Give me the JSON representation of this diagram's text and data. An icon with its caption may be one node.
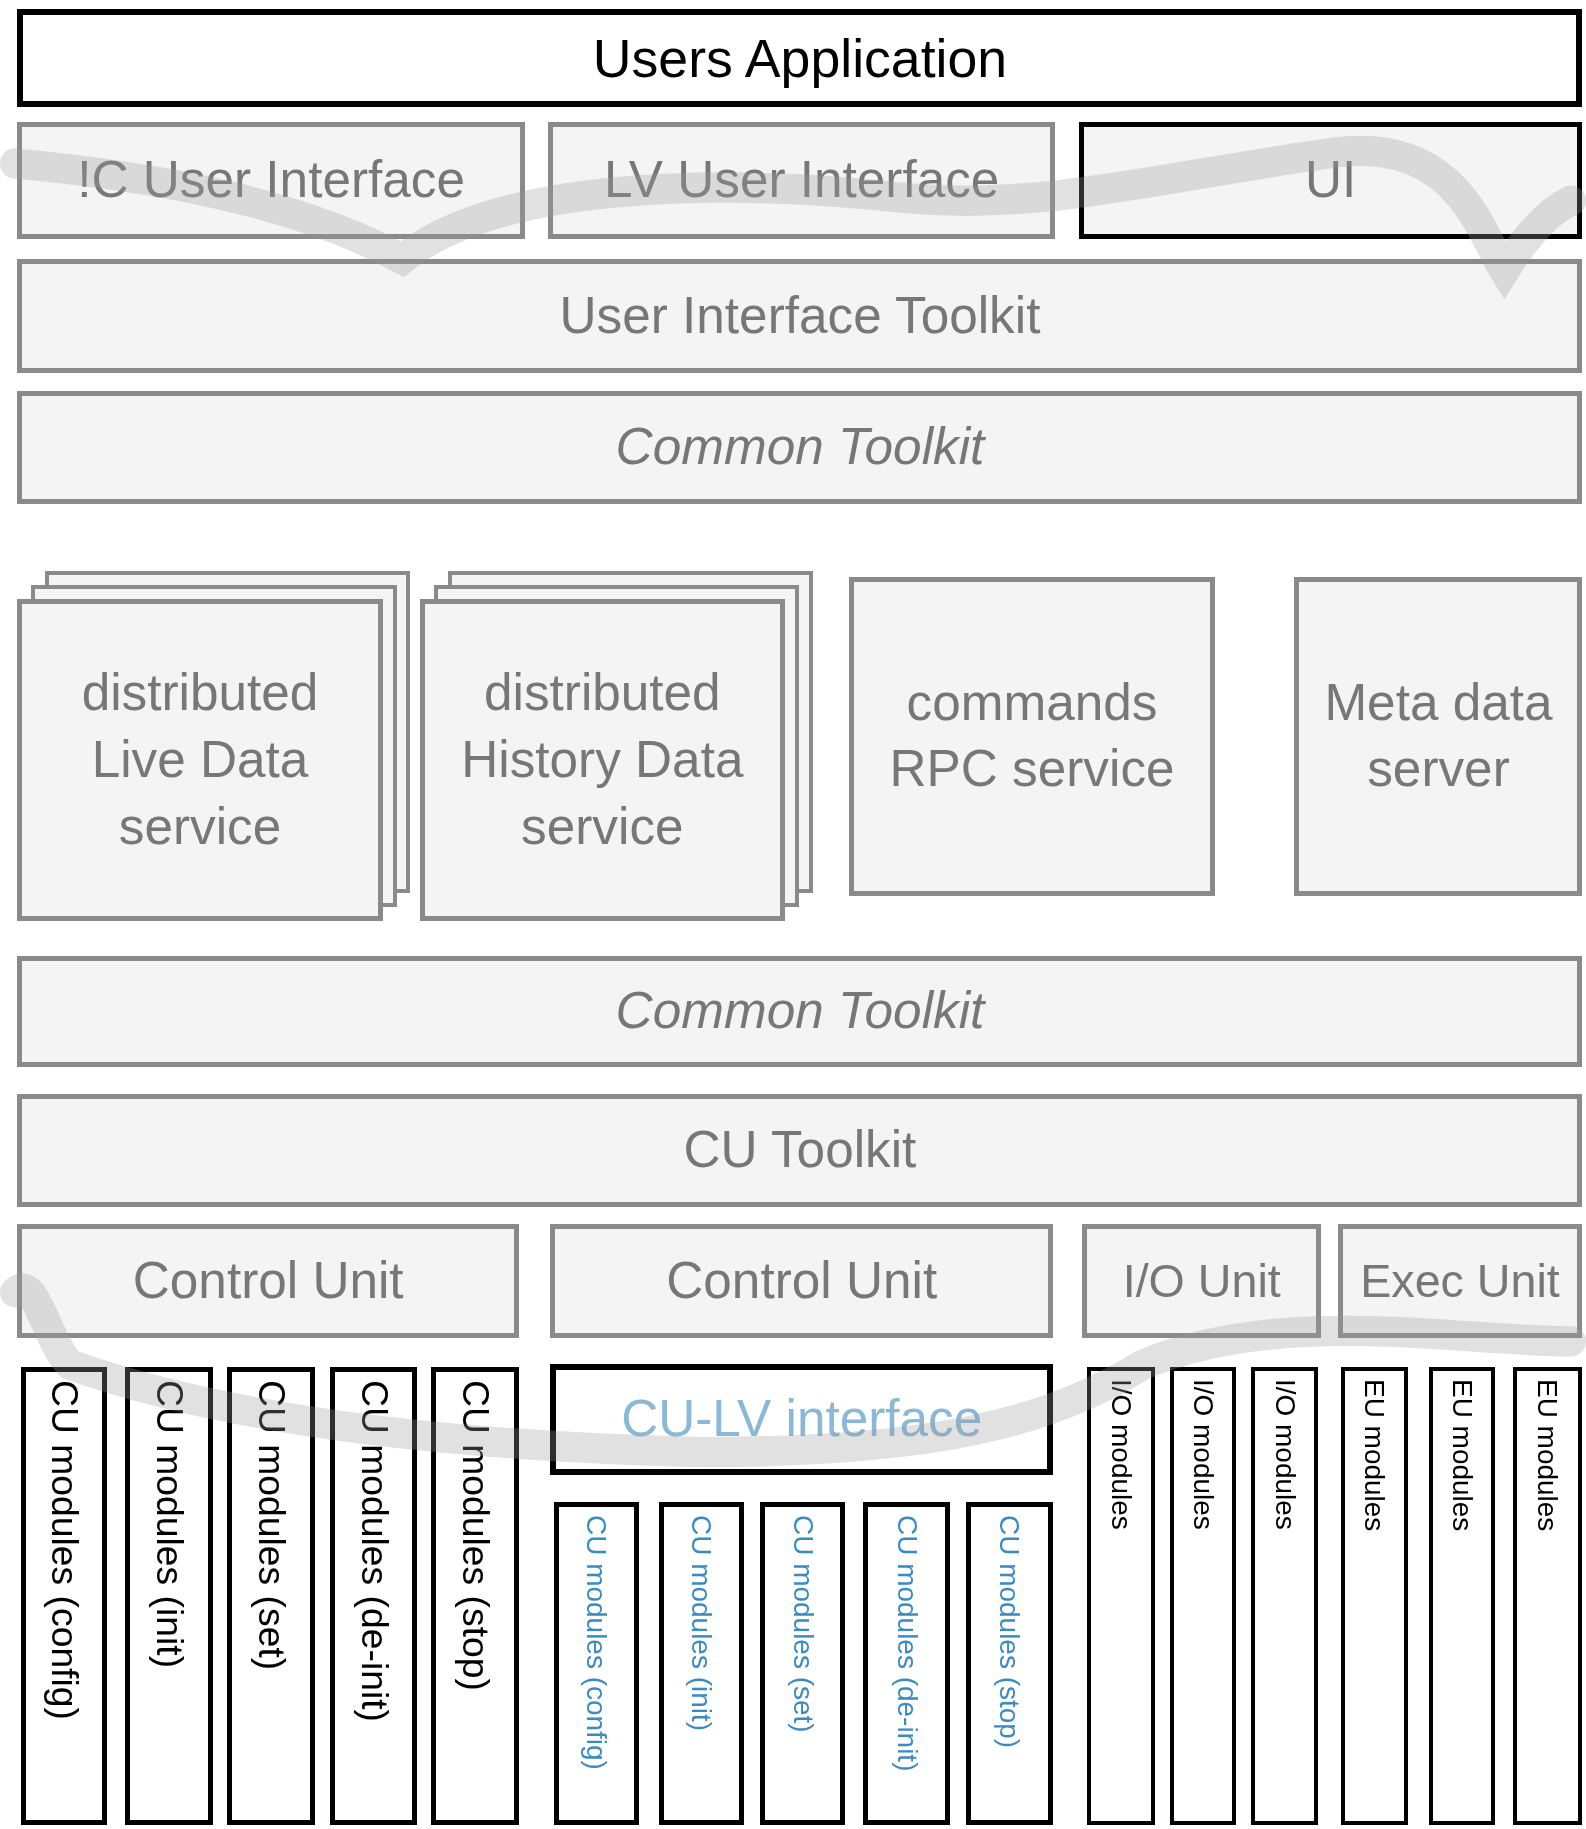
{
  "diagram": {
    "nodes": [
      {
        "text": [
          "Users Application"
        ]
      },
      {
        "text": [
          "!C User Interface"
        ]
      },
      {
        "text": [
          "LV User Interface"
        ]
      },
      {
        "text": [
          "UI"
        ]
      },
      {
        "text": [
          "User Interface Toolkit"
        ]
      },
      {
        "text": [
          "Common Toolkit"
        ]
      },
      {
        "text": [
          "distributed Live Data service"
        ]
      },
      {
        "text": [
          "distributed History Data service"
        ]
      },
      {
        "text": [
          "commands RPC service"
        ]
      },
      {
        "text": [
          "Meta data server"
        ]
      },
      {
        "text": [
          "Common Toolkit"
        ]
      },
      {
        "text": [
          "CU Toolkit"
        ]
      },
      {
        "text": [
          "Control Unit"
        ]
      },
      {
        "text": [
          "Control Unit"
        ]
      },
      {
        "text": [
          "I/O Unit"
        ]
      },
      {
        "text": [
          "Exec Unit"
        ]
      },
      {
        "text": [
          "CU modules (config)"
        ]
      },
      {
        "text": [
          "CU modules (init)"
        ]
      },
      {
        "text": [
          "CU modules (set)"
        ]
      },
      {
        "text": [
          "CU modules (de-init)"
        ]
      },
      {
        "text": [
          "CU modules (stop)"
        ]
      },
      {
        "text": [
          "CU-LV interface"
        ]
      },
      {
        "text": [
          "CU modules (config)"
        ]
      },
      {
        "text": [
          "CU modules (init)"
        ]
      },
      {
        "text": [
          "CU modules (set)"
        ]
      },
      {
        "text": [
          "CU modules (de-init)"
        ]
      },
      {
        "text": [
          "CU modules (stop)"
        ]
      },
      {
        "text": [
          "I/O modules"
        ]
      },
      {
        "text": [
          "I/O modules"
        ]
      },
      {
        "text": [
          "I/O modules"
        ]
      },
      {
        "text": [
          "EU modules"
        ]
      },
      {
        "text": [
          "EU modules"
        ]
      },
      {
        "text": [
          "EU modules"
        ]
      }
    ]
  }
}
